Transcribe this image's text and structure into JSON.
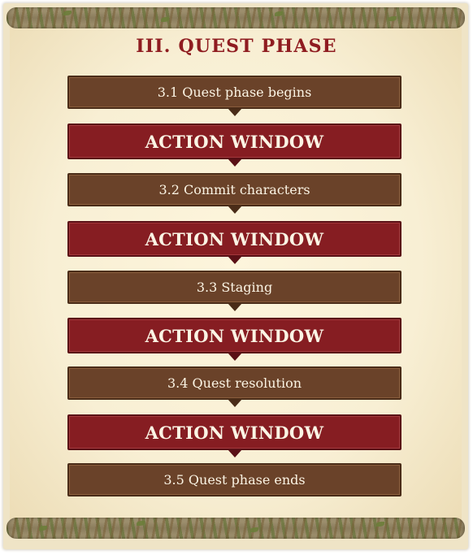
{
  "title": "III. QUEST PHASE",
  "steps": [
    {
      "kind": "phase",
      "label": "3.1 Quest phase begins"
    },
    {
      "kind": "action",
      "label": "ACTION WINDOW"
    },
    {
      "kind": "phase",
      "label": "3.2 Commit characters"
    },
    {
      "kind": "action",
      "label": "ACTION WINDOW"
    },
    {
      "kind": "phase",
      "label": "3.3 Staging"
    },
    {
      "kind": "action",
      "label": "ACTION WINDOW"
    },
    {
      "kind": "phase",
      "label": "3.4 Quest resolution"
    },
    {
      "kind": "action",
      "label": "ACTION WINDOW"
    },
    {
      "kind": "phase",
      "label": "3.5 Quest phase ends"
    }
  ],
  "colors": {
    "title": "#8f1c20",
    "phase_box": "#6a4229",
    "action_box": "#861d22",
    "parchment": "#f8efd4"
  }
}
